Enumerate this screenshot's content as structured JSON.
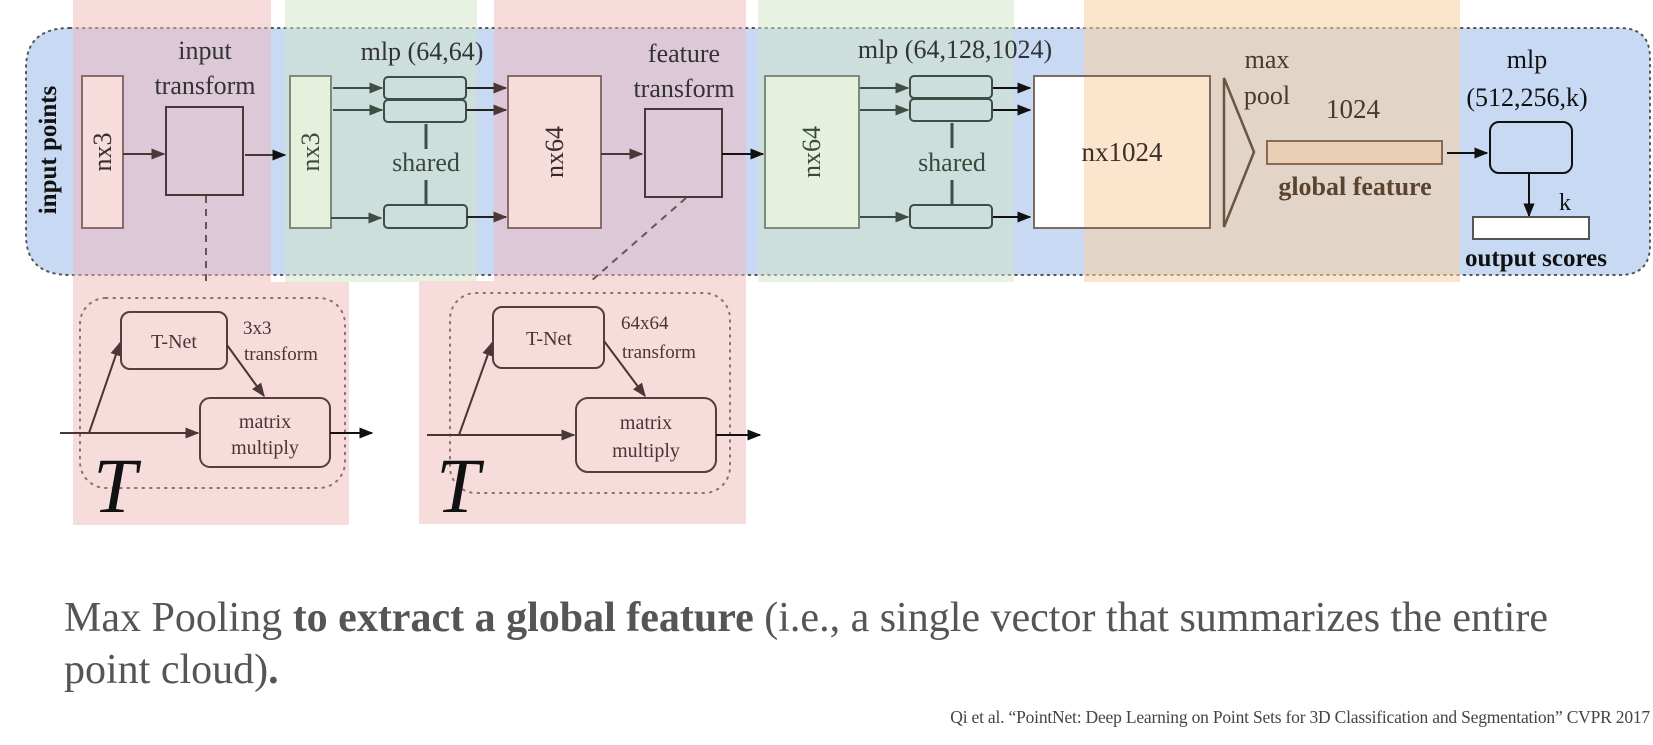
{
  "diagram": {
    "title": "PointNet classification network",
    "colors": {
      "backbone_fill": "#c8d9f4",
      "overlay_pink": "#f3c3c3",
      "overlay_green": "#d6e9cf",
      "overlay_orange": "#fbd6b0",
      "pink_box": "#f7dcdc",
      "green_box": "#e5f0dd",
      "orange_box": "#fde4cc",
      "global_bar": "#e9cfb5",
      "stroke_pink": "#5a3c3c",
      "stroke_green": "#3f4e45",
      "stroke_brown": "#6b5440",
      "text_dark": "#333333",
      "text_brown": "#5a4430"
    },
    "side_label": "input points",
    "stages": {
      "input": {
        "label": "nx3"
      },
      "input_transform": {
        "label_line1": "input",
        "label_line2": "transform"
      },
      "transformed_input": {
        "label": "nx3"
      },
      "mlp1": {
        "label": "mlp (64,64)",
        "shared_label": "shared"
      },
      "features": {
        "label": "nx64"
      },
      "feature_transform": {
        "label_line1": "feature",
        "label_line2": "transform"
      },
      "transformed_features": {
        "label": "nx64"
      },
      "mlp2": {
        "label": "mlp (64,128,1024)",
        "shared_label": "shared"
      },
      "point_features": {
        "label": "nx1024"
      },
      "max_pool": {
        "label_line1": "max",
        "label_line2": "pool"
      },
      "global_feature": {
        "size_label": "1024",
        "label": "global feature"
      },
      "mlp3": {
        "label_line1": "mlp",
        "label_line2": "(512,256,k)"
      },
      "output": {
        "size_label": "k",
        "label": "output scores"
      }
    },
    "tnet_blocks": [
      {
        "tnet_label": "T-Net",
        "transform_line1": "3x3",
        "transform_line2": "transform",
        "multiply_line1": "matrix",
        "multiply_line2": "multiply",
        "symbol": "T"
      },
      {
        "tnet_label": "T-Net",
        "transform_line1": "64x64",
        "transform_line2": "transform",
        "multiply_line1": "matrix",
        "multiply_line2": "multiply",
        "symbol": "T"
      }
    ]
  },
  "caption": {
    "part1": "Max Pooling ",
    "bold": "to extract a global feature",
    "part2": " (i.e., a single vector that summarizes the entire point cloud)",
    "end_bold": "."
  },
  "citation": "Qi et al. “PointNet: Deep Learning on Point Sets for 3D Classification and Segmentation” CVPR 2017"
}
